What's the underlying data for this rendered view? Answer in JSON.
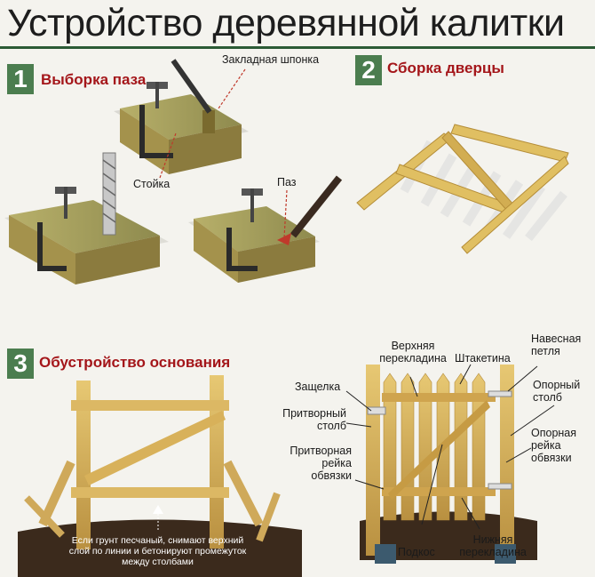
{
  "title": "Устройство деревянной калитки",
  "steps": [
    {
      "number": "1",
      "title": "Выборка паза"
    },
    {
      "number": "2",
      "title": "Сборка дверцы"
    },
    {
      "number": "3",
      "title": "Обустройство основания"
    }
  ],
  "labels": {
    "key": "Закладная шпонка",
    "post": "Стойка",
    "groove": "Паз",
    "latch": "Защелка",
    "shut_post": [
      "Притворный",
      "столб"
    ],
    "shut_rail": [
      "Притворная",
      "рейка",
      "обвязки"
    ],
    "top_rail": [
      "Верхняя",
      "перекладина"
    ],
    "picket": "Штакетина",
    "hinge": [
      "Навесная",
      "петля"
    ],
    "support_post": [
      "Опорный",
      "столб"
    ],
    "support_rail": [
      "Опорная",
      "рейка",
      "обвязки"
    ],
    "brace": "Подкос",
    "bottom_rail": [
      "Нижняя",
      "перекладина"
    ]
  },
  "note": [
    "Если грунт песчаный, снимают верхний",
    "слой по линии и бетонируют промежуток",
    "между столбами"
  ],
  "colors": {
    "step_badge": "#4b7d4f",
    "step_title": "#a4161a",
    "wood": "#d9b764",
    "wood_dark": "#b38a3a",
    "ground": "#3b2a1c"
  }
}
